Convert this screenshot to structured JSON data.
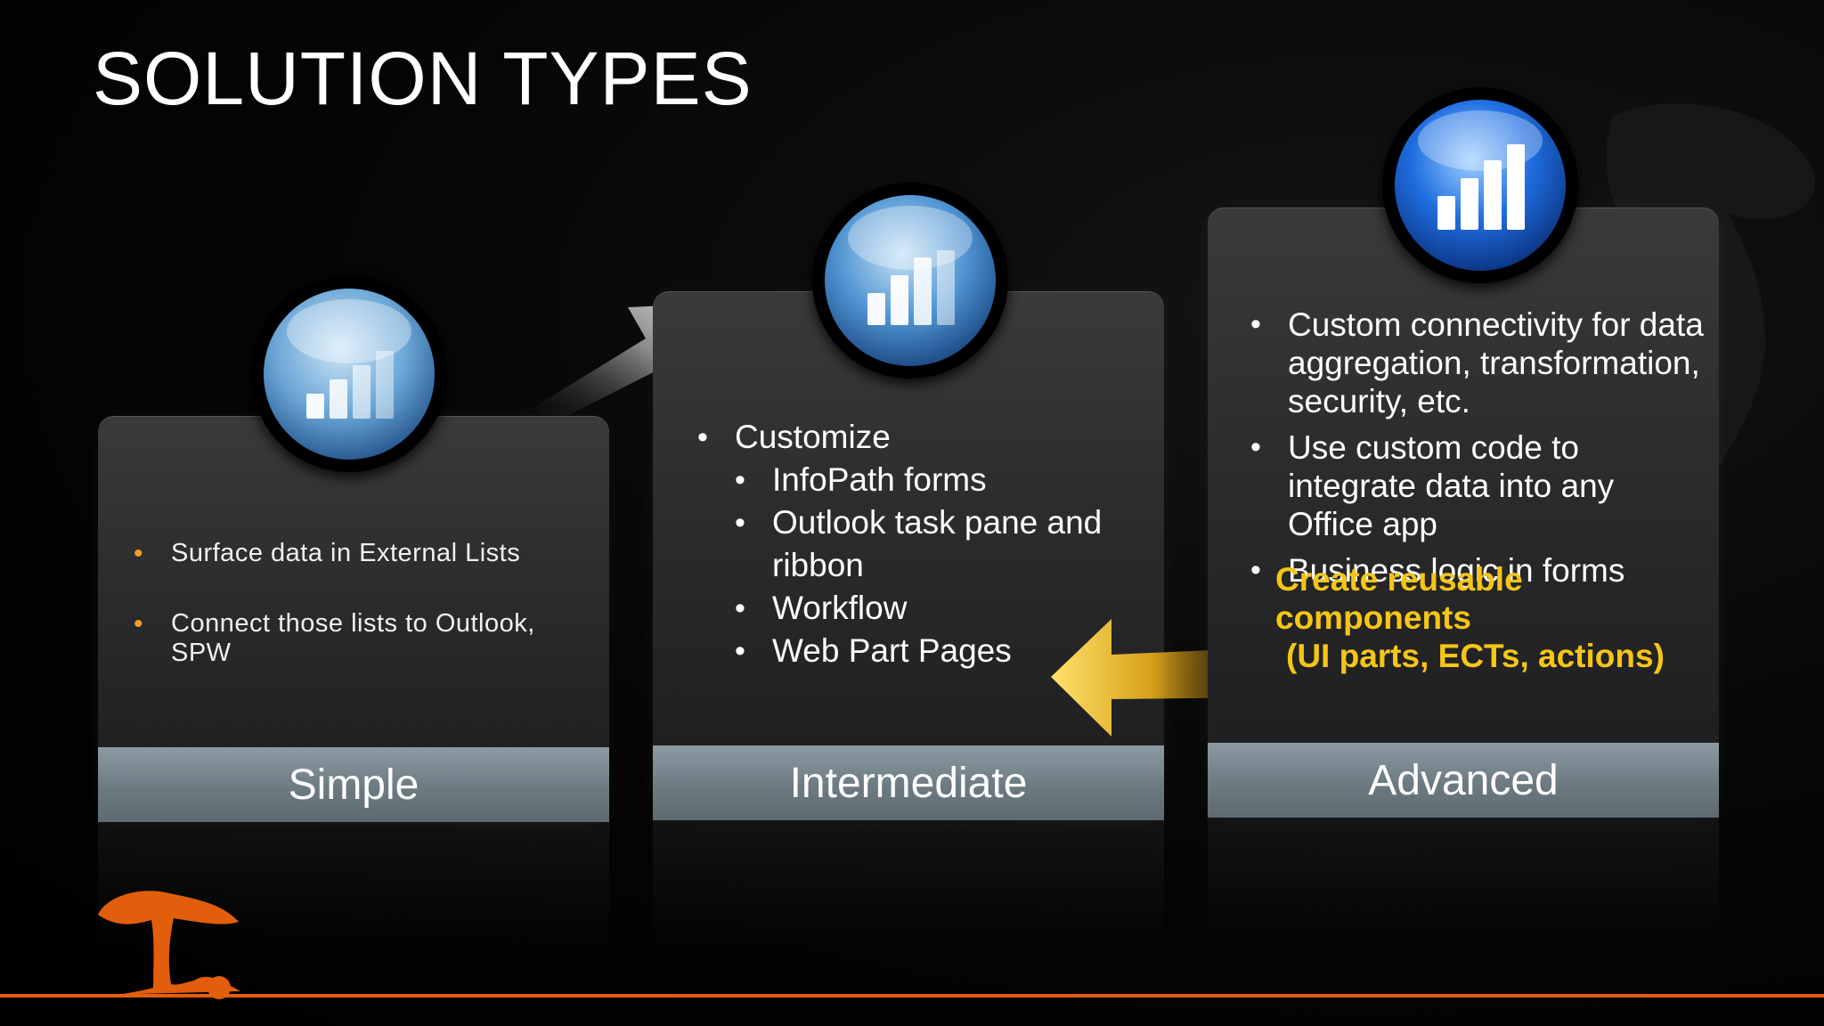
{
  "slide": {
    "title": "SOLUTION TYPES"
  },
  "cards": [
    {
      "label": "Simple",
      "bullets": [
        "Surface data in External Lists",
        "Connect those lists to Outlook, SPW"
      ]
    },
    {
      "label": "Intermediate",
      "bullet_main": "Customize",
      "sub_bullets": [
        "InfoPath forms",
        "Outlook task pane and ribbon",
        "Workflow",
        "Web Part Pages"
      ]
    },
    {
      "label": "Advanced",
      "bullets": [
        "Custom connectivity for data aggregation, transformation, security, etc.",
        "Use custom code to integrate data into any Office app",
        "Business logic in forms"
      ],
      "highlight_line1": "Create reusable components",
      "highlight_line2": "(UI parts, ECTs, actions)"
    }
  ],
  "colors": {
    "accent_orange": "#e25d0c",
    "highlight_yellow": "#f5c518",
    "bullet_orange": "#f0a020",
    "footer_gray": "#7a8890"
  },
  "icons": [
    "bar-chart-icon",
    "forward-arrow-icon",
    "back-arrow-icon",
    "tree-logo-icon"
  ]
}
